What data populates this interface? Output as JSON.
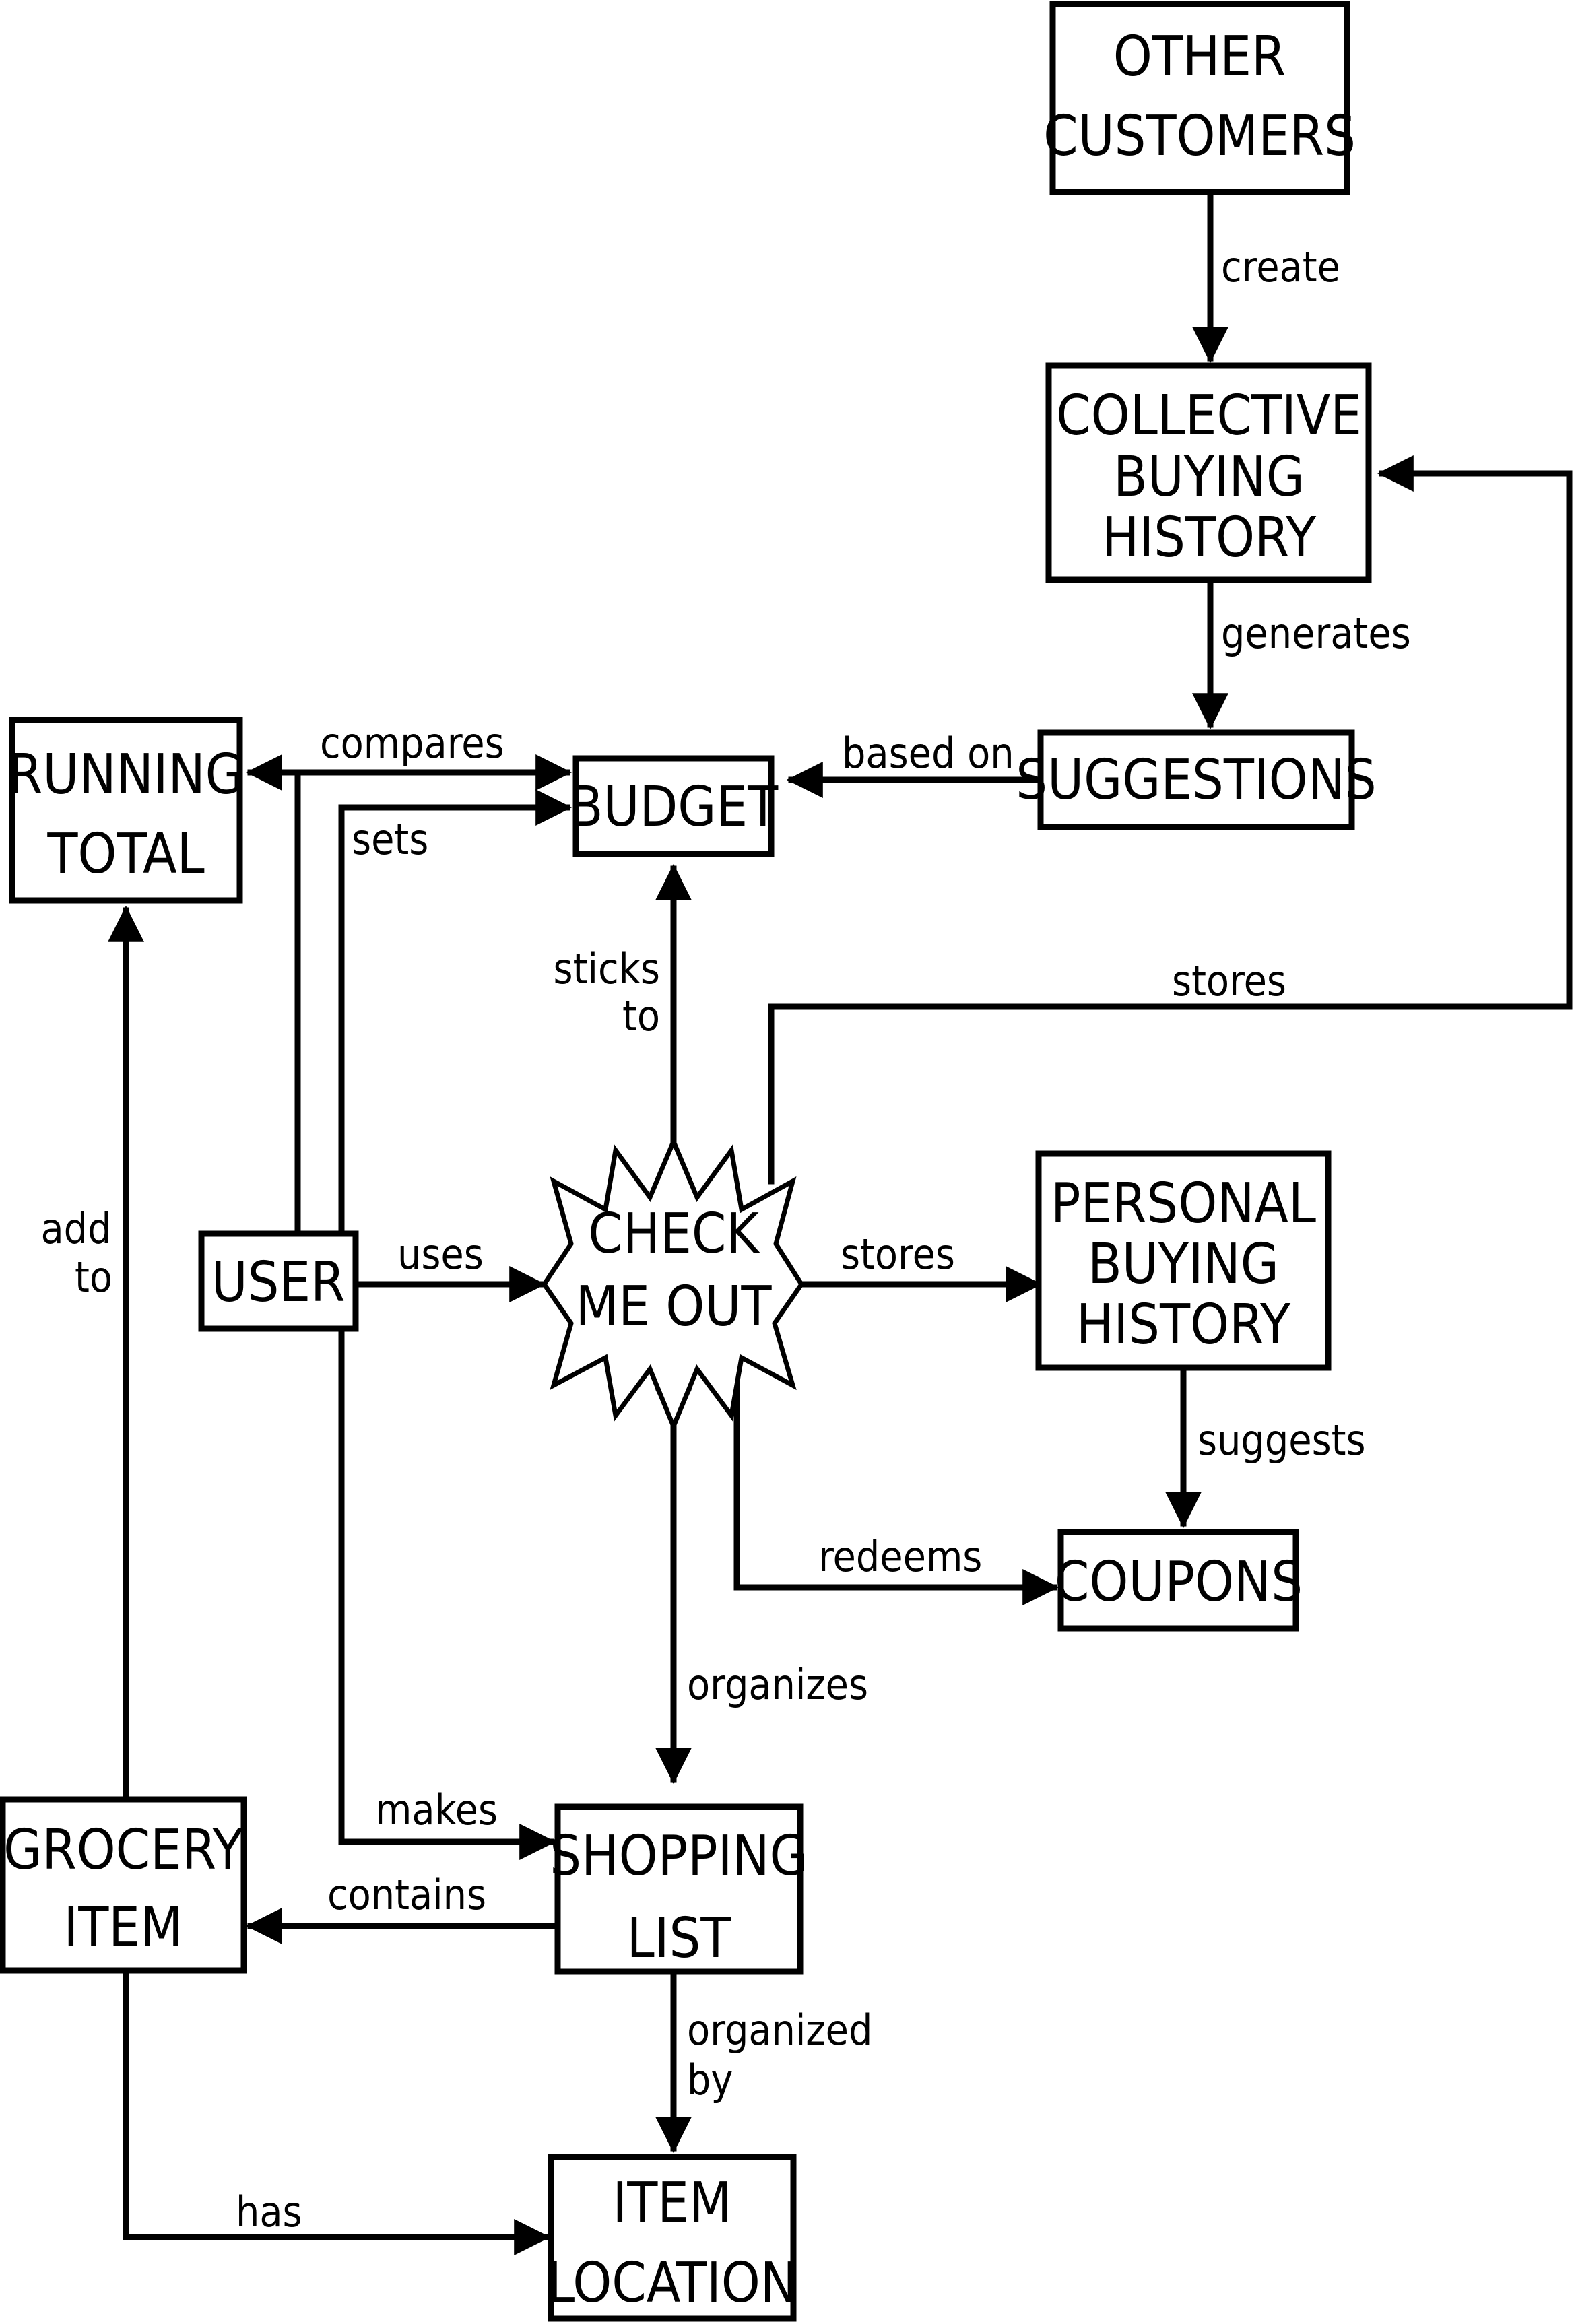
{
  "nodes": {
    "other_customers": [
      "OTHER",
      "CUSTOMERS"
    ],
    "collective_history": [
      "COLLECTIVE",
      "BUYING",
      "HISTORY"
    ],
    "suggestions": [
      "SUGGESTIONS"
    ],
    "running_total": [
      "RUNNING",
      "TOTAL"
    ],
    "budget": [
      "BUDGET"
    ],
    "user": [
      "USER"
    ],
    "check_me_out": [
      "CHECK",
      "ME OUT"
    ],
    "personal_history": [
      "PERSONAL",
      "BUYING",
      "HISTORY"
    ],
    "coupons": [
      "COUPONS"
    ],
    "grocery_item": [
      "GROCERY",
      "ITEM"
    ],
    "shopping_list": [
      "SHOPPING",
      "LIST"
    ],
    "item_location": [
      "ITEM",
      "LOCATION"
    ]
  },
  "edges": {
    "create": [
      "create"
    ],
    "generates": [
      "generates"
    ],
    "based_on": [
      "based on"
    ],
    "compares": [
      "compares"
    ],
    "sets": [
      "sets"
    ],
    "sticks_to": [
      "sticks",
      "to"
    ],
    "stores_collective": [
      "stores"
    ],
    "add_to": [
      "add",
      "to"
    ],
    "uses": [
      "uses"
    ],
    "stores_personal": [
      "stores"
    ],
    "suggests": [
      "suggests"
    ],
    "redeems": [
      "redeems"
    ],
    "organizes": [
      "organizes"
    ],
    "makes": [
      "makes"
    ],
    "contains": [
      "contains"
    ],
    "organized_by": [
      "organized",
      "by"
    ],
    "has": [
      "has"
    ]
  }
}
